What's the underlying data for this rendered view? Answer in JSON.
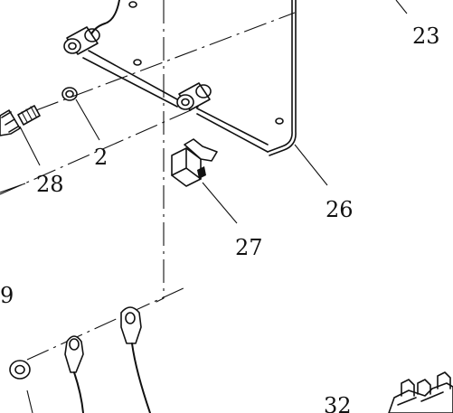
{
  "diagram": {
    "callouts": {
      "c23": "23",
      "c2": "2",
      "c28": "28",
      "c26": "26",
      "c27": "27",
      "c9": "9",
      "c32": "32"
    }
  }
}
